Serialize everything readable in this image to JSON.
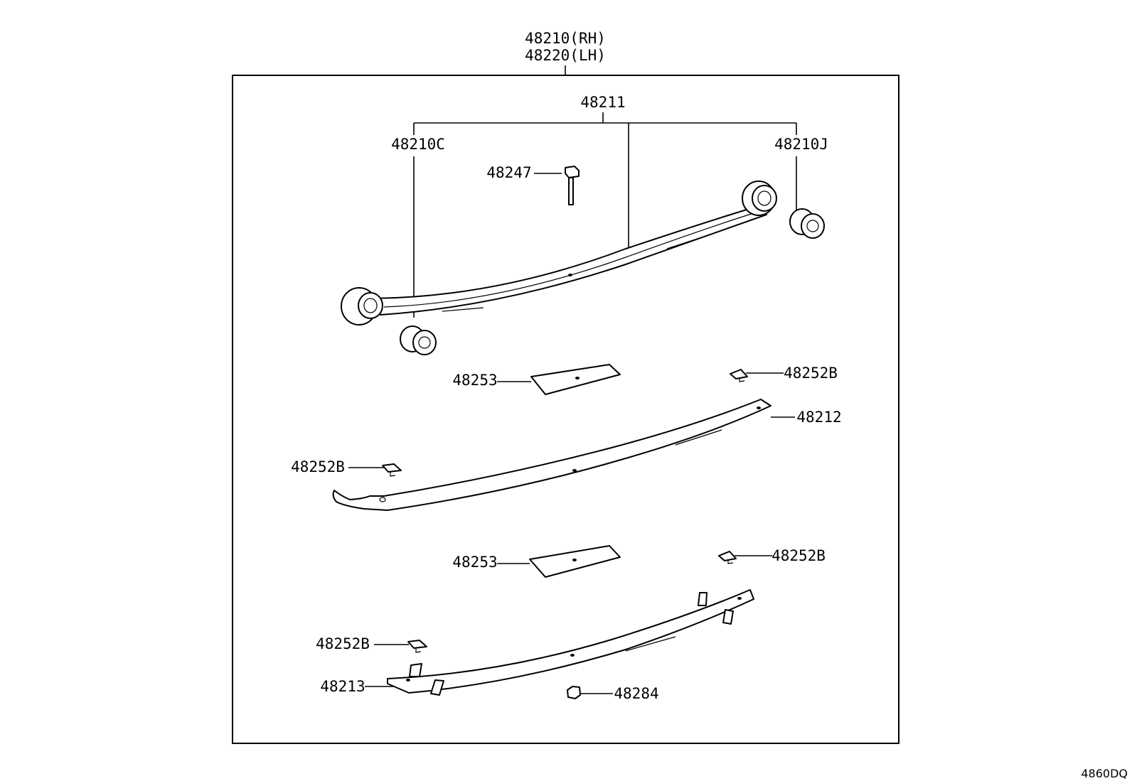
{
  "diagram": {
    "assembly_label_rh": "48210(RH)",
    "assembly_label_lh": "48220(LH)",
    "figure_code": "4860DQ",
    "parts": {
      "leaf_no1": "48211",
      "front_bushing": "48210C",
      "rear_bushing": "48210J",
      "center_bolt": "48247",
      "liner_upper": "48253",
      "liner_lower": "48253",
      "clip_upper_right": "48252B",
      "leaf_no2": "48212",
      "clip_upper_left": "48252B",
      "clip_lower_right": "48252B",
      "clip_lower_left": "48252B",
      "leaf_no3": "48213",
      "nut": "48284"
    }
  }
}
